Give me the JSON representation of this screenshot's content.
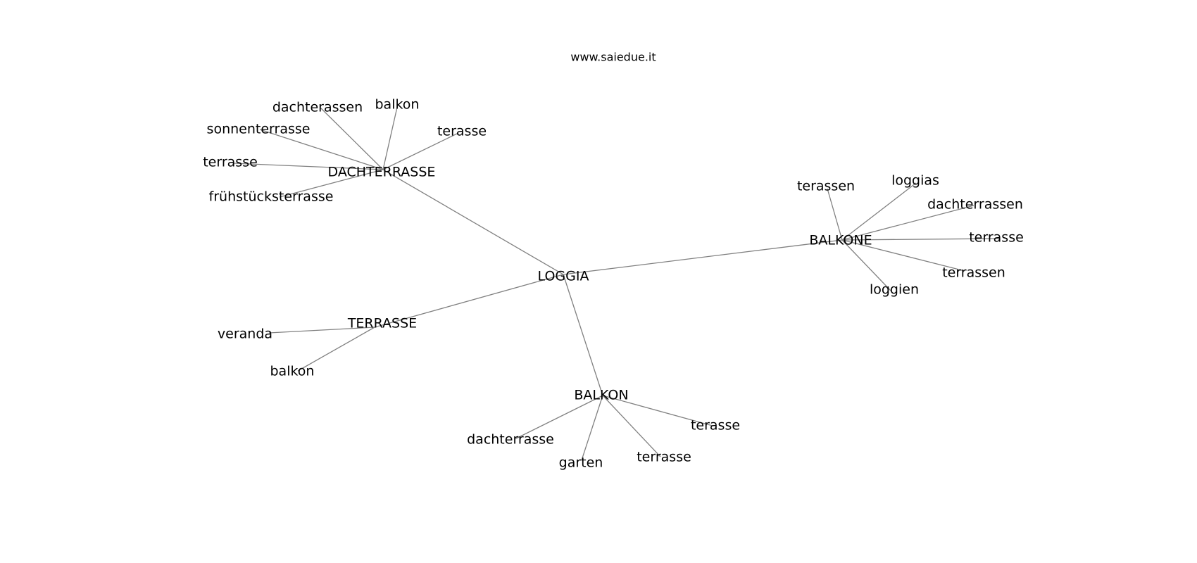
{
  "title": "www.saiedue.it",
  "edge_color": "#808080",
  "text_color": "#000000",
  "graph": {
    "nodes": [
      {
        "id": "loggia",
        "label": "LOGGIA"
      },
      {
        "id": "dachterrasse",
        "label": "DACHTERRASSE"
      },
      {
        "id": "balkone",
        "label": "BALKONE"
      },
      {
        "id": "terrasse-hub",
        "label": "TERRASSE"
      },
      {
        "id": "balkon-hub",
        "label": "BALKON"
      },
      {
        "id": "d-dachterassen",
        "label": "dachterassen"
      },
      {
        "id": "d-balkon",
        "label": "balkon"
      },
      {
        "id": "d-terasse",
        "label": "terasse"
      },
      {
        "id": "d-sonnenterrasse",
        "label": "sonnenterrasse"
      },
      {
        "id": "d-terrasse",
        "label": "terrasse"
      },
      {
        "id": "d-fruehstueck",
        "label": "frühstücksterrasse"
      },
      {
        "id": "bk-terassen",
        "label": "terassen"
      },
      {
        "id": "bk-loggias",
        "label": "loggias"
      },
      {
        "id": "bk-dachterrassen",
        "label": "dachterrassen"
      },
      {
        "id": "bk-terrasse",
        "label": "terrasse"
      },
      {
        "id": "bk-terrassen",
        "label": "terrassen"
      },
      {
        "id": "bk-loggien",
        "label": "loggien"
      },
      {
        "id": "t-veranda",
        "label": "veranda"
      },
      {
        "id": "t-balkon",
        "label": "balkon"
      },
      {
        "id": "b-dachterrasse",
        "label": "dachterrasse"
      },
      {
        "id": "b-garten",
        "label": "garten"
      },
      {
        "id": "b-terrasse",
        "label": "terrasse"
      },
      {
        "id": "b-terasse",
        "label": "terasse"
      }
    ],
    "edges": [
      [
        "loggia",
        "dachterrasse"
      ],
      [
        "loggia",
        "balkone"
      ],
      [
        "loggia",
        "terrasse-hub"
      ],
      [
        "loggia",
        "balkon-hub"
      ],
      [
        "dachterrasse",
        "d-dachterassen"
      ],
      [
        "dachterrasse",
        "d-balkon"
      ],
      [
        "dachterrasse",
        "d-terasse"
      ],
      [
        "dachterrasse",
        "d-sonnenterrasse"
      ],
      [
        "dachterrasse",
        "d-terrasse"
      ],
      [
        "dachterrasse",
        "d-fruehstueck"
      ],
      [
        "balkone",
        "bk-terassen"
      ],
      [
        "balkone",
        "bk-loggias"
      ],
      [
        "balkone",
        "bk-dachterrassen"
      ],
      [
        "balkone",
        "bk-terrasse"
      ],
      [
        "balkone",
        "bk-terrassen"
      ],
      [
        "balkone",
        "bk-loggien"
      ],
      [
        "terrasse-hub",
        "t-veranda"
      ],
      [
        "terrasse-hub",
        "t-balkon"
      ],
      [
        "balkon-hub",
        "b-dachterrasse"
      ],
      [
        "balkon-hub",
        "b-garten"
      ],
      [
        "balkon-hub",
        "b-terrasse"
      ],
      [
        "balkon-hub",
        "b-terasse"
      ]
    ]
  }
}
